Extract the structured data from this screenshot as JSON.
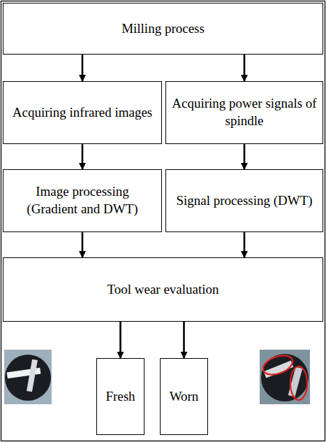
{
  "diagram": {
    "nodes": [
      {
        "text": [
          "Milling process"
        ]
      },
      {
        "text": [
          "Acquiring infrared images"
        ]
      },
      {
        "text": [
          "Acquiring power signals of spindle"
        ]
      },
      {
        "text": [
          "Image processing (Gradient and DWT)"
        ]
      },
      {
        "text": [
          "Signal processing (DWT)"
        ]
      },
      {
        "text": [
          "Tool wear evaluation"
        ]
      },
      {
        "text": [
          "Fresh"
        ]
      },
      {
        "text": [
          "Worn"
        ]
      }
    ],
    "edges": [
      {
        "from": 0,
        "to": 1,
        "arrow": "to"
      },
      {
        "from": 0,
        "to": 2,
        "arrow": "to"
      },
      {
        "from": 1,
        "to": 3,
        "arrow": "to"
      },
      {
        "from": 2,
        "to": 4,
        "arrow": "to"
      },
      {
        "from": 3,
        "to": 5,
        "arrow": "to"
      },
      {
        "from": 4,
        "to": 5,
        "arrow": "to"
      },
      {
        "from": 5,
        "to": 6,
        "arrow": "to"
      },
      {
        "from": 5,
        "to": 7,
        "arrow": "to"
      }
    ]
  }
}
